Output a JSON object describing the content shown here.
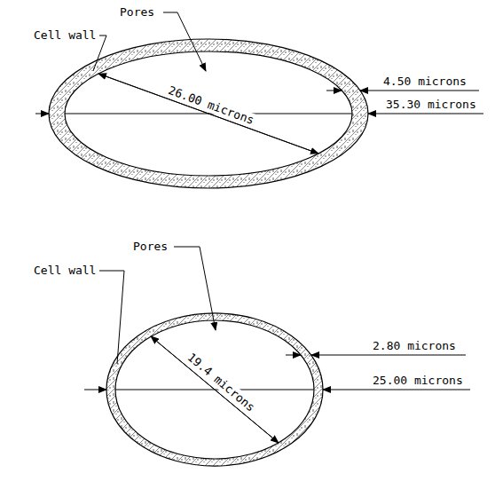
{
  "diagram": {
    "labels": [
      "Pores",
      "Cell wall",
      "4.50 microns",
      "26.00 microns",
      "35.30 microns",
      "Pores",
      "Cell wall",
      "2.80 microns",
      "19.4 microns",
      "25.00 microns"
    ]
  }
}
